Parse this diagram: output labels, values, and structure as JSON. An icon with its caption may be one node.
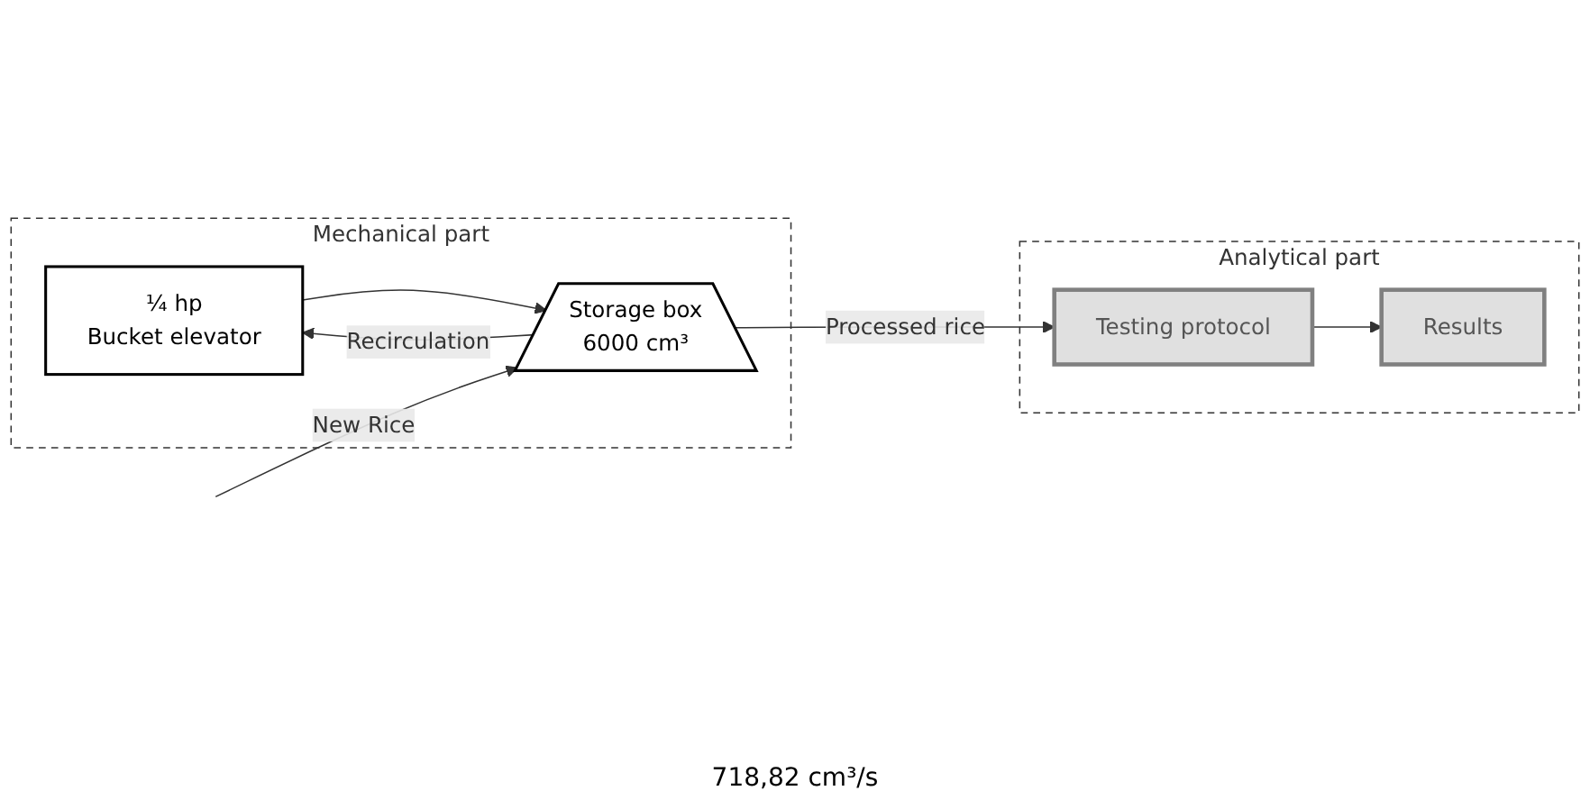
{
  "diagram": {
    "nodes": [
      {
        "text": [
          "Mechanical part"
        ]
      },
      {
        "text": [
          "¼ hp",
          "Bucket elevator"
        ],
        "in": 0
      },
      {
        "text": [
          "Storage box",
          "6000 cm³"
        ],
        "in": 0
      },
      {
        "text": [
          "Analytical part"
        ]
      },
      {
        "text": [
          "Results"
        ],
        "in": 3
      },
      {
        "text": [
          "Testing protocol"
        ],
        "in": 3
      }
    ],
    "edges": [
      {
        "from": 1,
        "to": 2,
        "arrow": "to"
      },
      {
        "from": null,
        "to": 2,
        "label": "New Rice",
        "arrow": "to"
      },
      {
        "from": 2,
        "to": 1,
        "label": "Recirculation",
        "arrow": "to"
      },
      {
        "from": 2,
        "to": 5,
        "label": "Processed rice",
        "arrow": "to"
      },
      {
        "from": 5,
        "to": 4,
        "arrow": "to"
      }
    ],
    "labels": [
      "718,82 cm³/s"
    ]
  }
}
